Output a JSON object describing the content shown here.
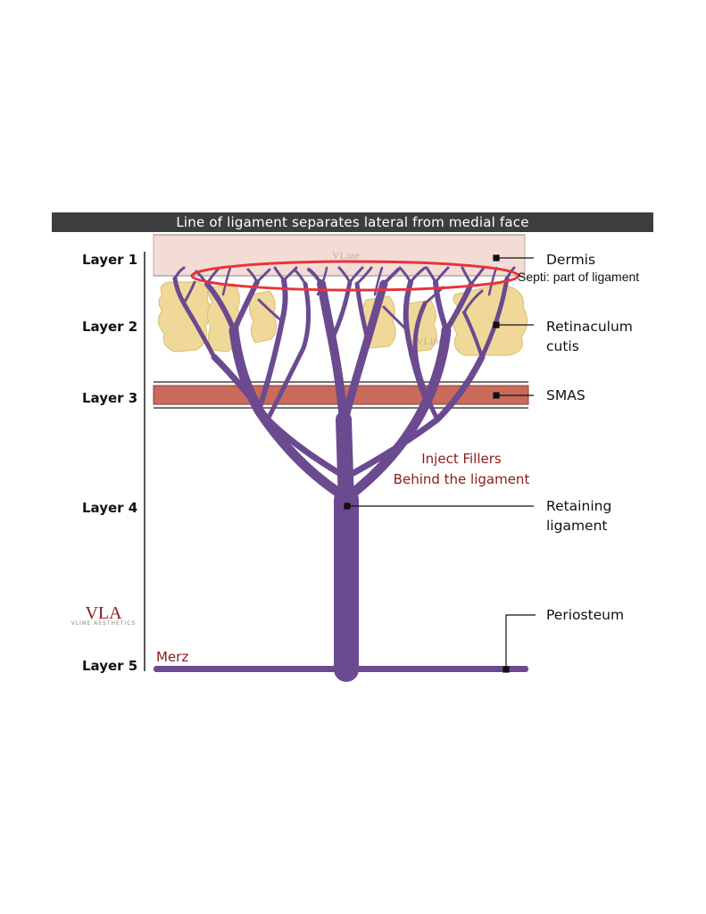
{
  "title": "Line of ligament separates lateral from medial face",
  "layers": [
    {
      "label": "Layer 1"
    },
    {
      "label": "Layer 2"
    },
    {
      "label": "Layer 3"
    },
    {
      "label": "Layer 4"
    },
    {
      "label": "Layer 5"
    }
  ],
  "structures": {
    "dermis": "Dermis",
    "septi": "Septi: part of ligament",
    "retinaculum_line1": "Retinaculum",
    "retinaculum_line2": "cutis",
    "smas": "SMAS",
    "retaining_line1": "Retaining",
    "retaining_line2": "ligament",
    "periosteum": "Periosteum"
  },
  "annotation": {
    "line1": "Inject Fillers",
    "line2": "Behind the ligament"
  },
  "logo": {
    "mark": "VLA",
    "text": "VLINE AESTHETICS"
  },
  "watermark": "VLine",
  "credit": "Merz",
  "colors": {
    "dermis": "#f2dcd5",
    "fat": "#f0d898",
    "smas": "#c96a5a",
    "ligament": "#6b4a90",
    "highlight": "#e8333b",
    "accent_text": "#8b1a1a"
  }
}
